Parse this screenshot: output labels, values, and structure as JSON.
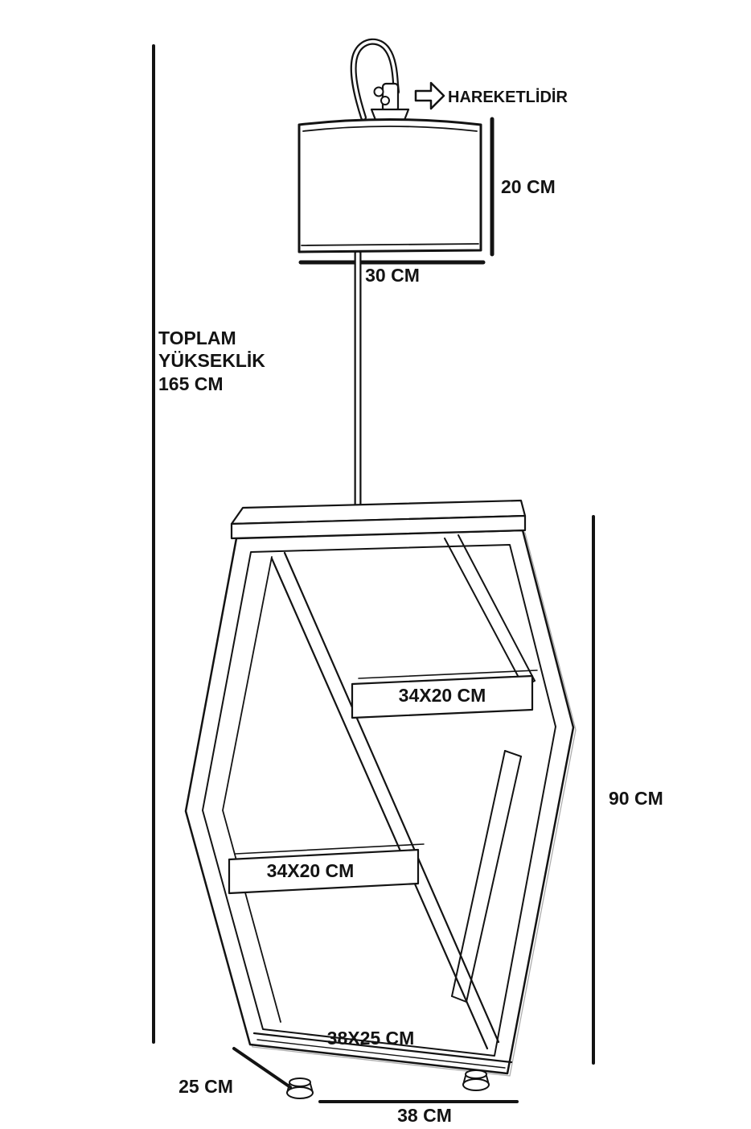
{
  "page": {
    "background": "#ffffff",
    "ink": "#131313"
  },
  "labels": {
    "movable_note": "HAREKETLİDİR",
    "shade_height": "20 CM",
    "shade_width": "30 CM",
    "total_height_line1": "TOPLAM",
    "total_height_line2": "YÜKSEKLİK",
    "total_height_line3": "165 CM",
    "upper_shelf_size": "34X20 CM",
    "middle_shelf_size": "34X20 CM",
    "body_height": "90 CM",
    "bottom_shelf_size": "38X25 CM",
    "base_depth": "25 CM",
    "base_width": "38 CM"
  }
}
